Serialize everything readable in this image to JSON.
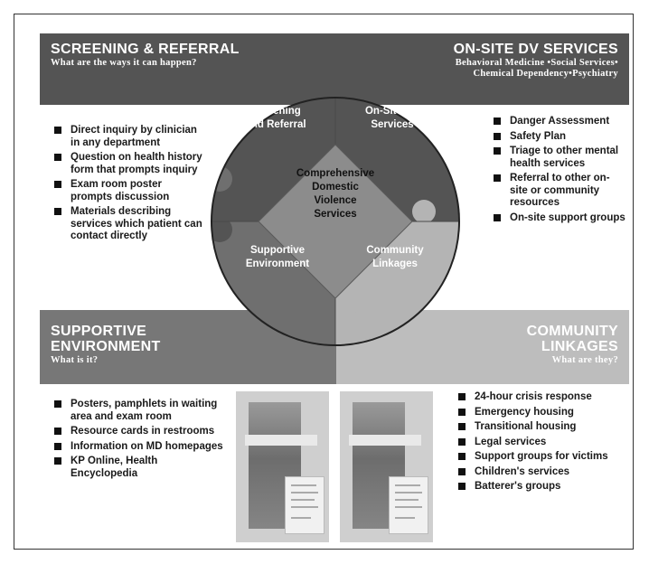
{
  "quadrants": {
    "screening": {
      "title": "SCREENING & REFERRAL",
      "subtitle": "What are the ways it can happen?",
      "items": [
        "Direct inquiry by clinician in any department",
        "Question on health history form that prompts inquiry",
        "Exam room poster prompts discussion",
        "Materials describing services which patient can contact directly"
      ]
    },
    "onsite": {
      "title": "ON-SITE DV SERVICES",
      "subtitle_line1": "Behavioral Medicine •Social Services•",
      "subtitle_line2": "Chemical Dependency•Psychiatry",
      "items": [
        "Danger Assessment",
        "Safety Plan",
        "Triage to other mental health services",
        "Referral to other on-site or community resources",
        "On-site support groups"
      ]
    },
    "supportive": {
      "title_line1": "SUPPORTIVE",
      "title_line2": "ENVIRONMENT",
      "subtitle": "What is it?",
      "items": [
        "Posters, pamphlets in waiting area and exam room",
        "Resource cards in restrooms",
        "Information on MD homepages",
        "KP Online, Health Encyclopedia"
      ]
    },
    "community": {
      "title_line1": "COMMUNITY",
      "title_line2": "LINKAGES",
      "subtitle": "What are they?",
      "items": [
        "24-hour crisis response",
        "Emergency housing",
        "Transitional housing",
        "Legal services",
        "Support groups for victims",
        "Children's services",
        "Batterer's groups"
      ]
    }
  },
  "wheel": {
    "top_left": [
      "Screening",
      "and Referral"
    ],
    "top_right": [
      "On-Site DV",
      "Services"
    ],
    "bottom_left": [
      "Supportive",
      "Environment"
    ],
    "bottom_right": [
      "Community",
      "Linkages"
    ],
    "center": [
      "Comprehensive",
      "Domestic",
      "Violence",
      "Services"
    ]
  },
  "colors": {
    "dark": "#545454",
    "mid": "#777777",
    "light": "#bdbdbd",
    "center": "#8c8c8c"
  }
}
